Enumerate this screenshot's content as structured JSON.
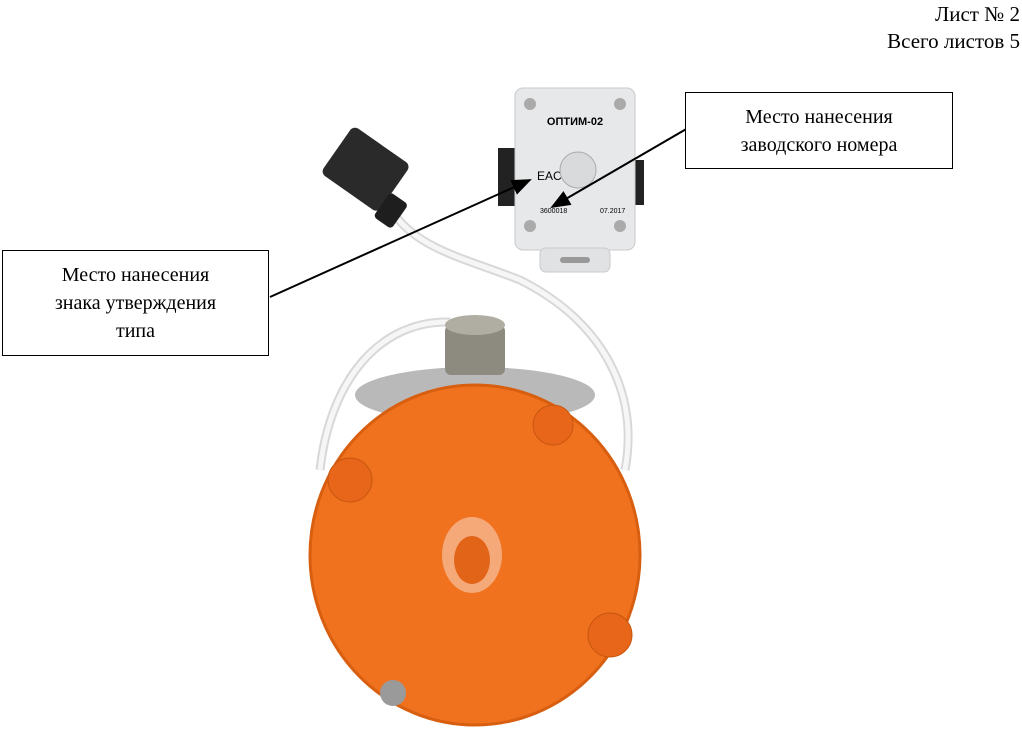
{
  "header": {
    "sheet": "Лист № 2",
    "total": "Всего листов 5"
  },
  "callouts": {
    "serial": [
      "Место нанесения",
      "заводского номера"
    ],
    "type_mark": [
      "Место нанесения",
      "знака утверждения",
      "типа"
    ]
  },
  "device_label": {
    "model": "ОПТИМ-02",
    "mark": "EAC",
    "serial": "3600018",
    "date": "07.2017"
  },
  "colors": {
    "housing": "#f0721e",
    "sensor_box": "#e6e8ea",
    "cable": "#f2f2f2"
  }
}
